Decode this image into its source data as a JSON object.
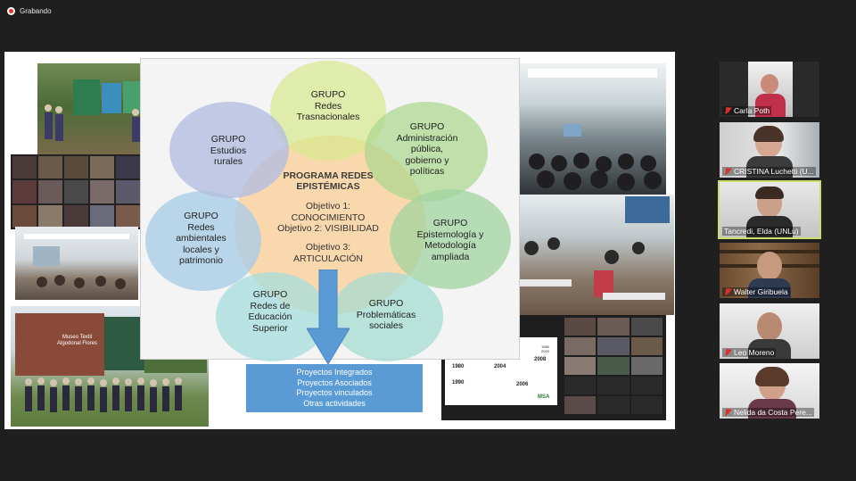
{
  "recording": {
    "label": "Grabando"
  },
  "slide": {
    "groups": [
      {
        "title": "GRUPO",
        "body": "Redes\nTrasnacionales"
      },
      {
        "title": "GRUPO",
        "body": "Administración\npública,\ngobierno y\npolíticas"
      },
      {
        "title": "GRUPO",
        "body": "Epistemología y\nMetodología\nampliada"
      },
      {
        "title": "GRUPO",
        "body": "Problemáticas\nsociales"
      },
      {
        "title": "GRUPO",
        "body": "Redes de\nEducación\nSuperior"
      },
      {
        "title": "GRUPO",
        "body": "Redes\nambientales\nlocales y\npatrimonio"
      },
      {
        "title": "GRUPO",
        "body": "Estudios\nrurales"
      }
    ],
    "program_title": "PROGRAMA REDES\nEPISTÉMICAS",
    "objectives": "Objetivo 1:\nCONOCIMIENTO\nObjetivo 2: VISIBILIDAD",
    "objective3": "Objetivo 3:\nARTICULACIÓN",
    "bottom_items": [
      "Proyectos Integrados",
      "Proyectos Asociados",
      "Proyectos vinculados",
      "Otras actividades"
    ],
    "museum_sign": "Museo Textil\nAlgodonal Flores",
    "inset_title": "La Agricultura Familiar en Argentina",
    "inset_years": [
      "1980",
      "1990",
      "2004",
      "2006",
      "2008",
      "1980\n2020"
    ],
    "inset_logo": "MSA"
  },
  "participants": [
    {
      "name": "Carla Poth",
      "muted": true,
      "active": false
    },
    {
      "name": "CRISTINA Luchetti (U...",
      "muted": true,
      "active": false
    },
    {
      "name": "Tancredi, Elda (UNLu)",
      "muted": false,
      "active": true
    },
    {
      "name": "Walter Giribuela",
      "muted": true,
      "active": false
    },
    {
      "name": "Leo Moreno",
      "muted": true,
      "active": false
    },
    {
      "name": "Nelida da Costa Pere...",
      "muted": true,
      "active": false
    }
  ],
  "colors": {
    "background": "#1f1f1f",
    "active_border": "#c7e06a",
    "mute_red": "#d9322c",
    "box_blue": "#5b9bd5"
  }
}
